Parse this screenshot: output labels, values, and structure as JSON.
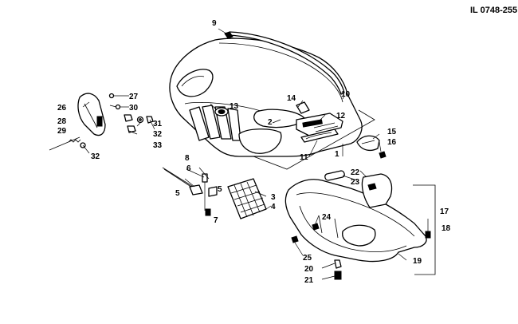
{
  "diagram_code": "IL 0748-255",
  "callouts": {
    "c1": "1",
    "c2": "2",
    "c3": "3",
    "c4": "4",
    "c5a": "5",
    "c5b": "5",
    "c6": "6",
    "c7": "7",
    "c8": "8",
    "c9": "9",
    "c10": "10",
    "c11": "11",
    "c12": "12",
    "c13": "13",
    "c14": "14",
    "c15": "15",
    "c16": "16",
    "c17": "17",
    "c18": "18",
    "c19": "19",
    "c20": "20",
    "c21": "21",
    "c22": "22",
    "c23": "23",
    "c24": "24",
    "c25": "25",
    "c26": "26",
    "c27": "27",
    "c28": "28",
    "c29": "29",
    "c30": "30",
    "c31": "31",
    "c32a": "32",
    "c32b": "32",
    "c33": "33"
  }
}
